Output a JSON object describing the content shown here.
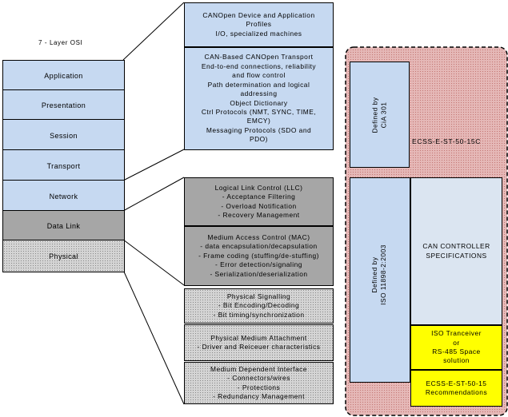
{
  "osi": {
    "title": "7 - Layer OSI",
    "layers": [
      "Application",
      "Presentation",
      "Session",
      "Transport",
      "Network",
      "Data Link",
      "Physical"
    ]
  },
  "canopen_profiles": [
    "CANOpen Device and Application",
    "Profiles",
    "I/O, specialized machines"
  ],
  "canopen_transport": [
    "CAN-Based CANOpen Transport",
    "End-to-end connections, reliability",
    "and flow control",
    "Path determination and logical",
    "addressing",
    "Object Dictionary",
    "Ctrl Protocols (NMT, SYNC, TIME,",
    "EMCY)",
    "Messaging Protocols (SDO and",
    "PDO)"
  ],
  "llc": [
    "Logical Link Control (LLC)",
    "- Acceptance Filtering",
    "- Overload Notification",
    "- Recovery Management"
  ],
  "mac": [
    "Medium Access Control (MAC)",
    "- data encapsulation/decapsulation",
    "- Frame coding (stuffing/de-stuffing)",
    "- Error detection/signaling",
    "- Serialization/deserialization"
  ],
  "phys_signalling": [
    "Physical Signalling",
    "- Bit Encoding/Decoding",
    "- Bit timing/synchronization"
  ],
  "pma": [
    "Physical Medium Attachment",
    "- Driver and Reiceuer characteristics"
  ],
  "mdi": [
    "Medium Dependent Interface",
    "- Connectors/wires",
    "- Protections",
    "- Redundancy Management"
  ],
  "ecss_panel": {
    "defined_by_cia": [
      "Defined by",
      "CiA 301"
    ],
    "ecss_label": "ECSS-E-ST-50-15C",
    "defined_by_iso": [
      "Defined by",
      "ISO 11898-2:2003"
    ],
    "can_controller": [
      "CAN CONTROLLER",
      "SPECIFICATIONS"
    ],
    "transceiver": [
      "ISO Tranceiver",
      "or",
      "RS-485 Space",
      "solution"
    ],
    "recommendations": [
      "ECSS-E-ST-50-15",
      "Recommendations"
    ]
  }
}
